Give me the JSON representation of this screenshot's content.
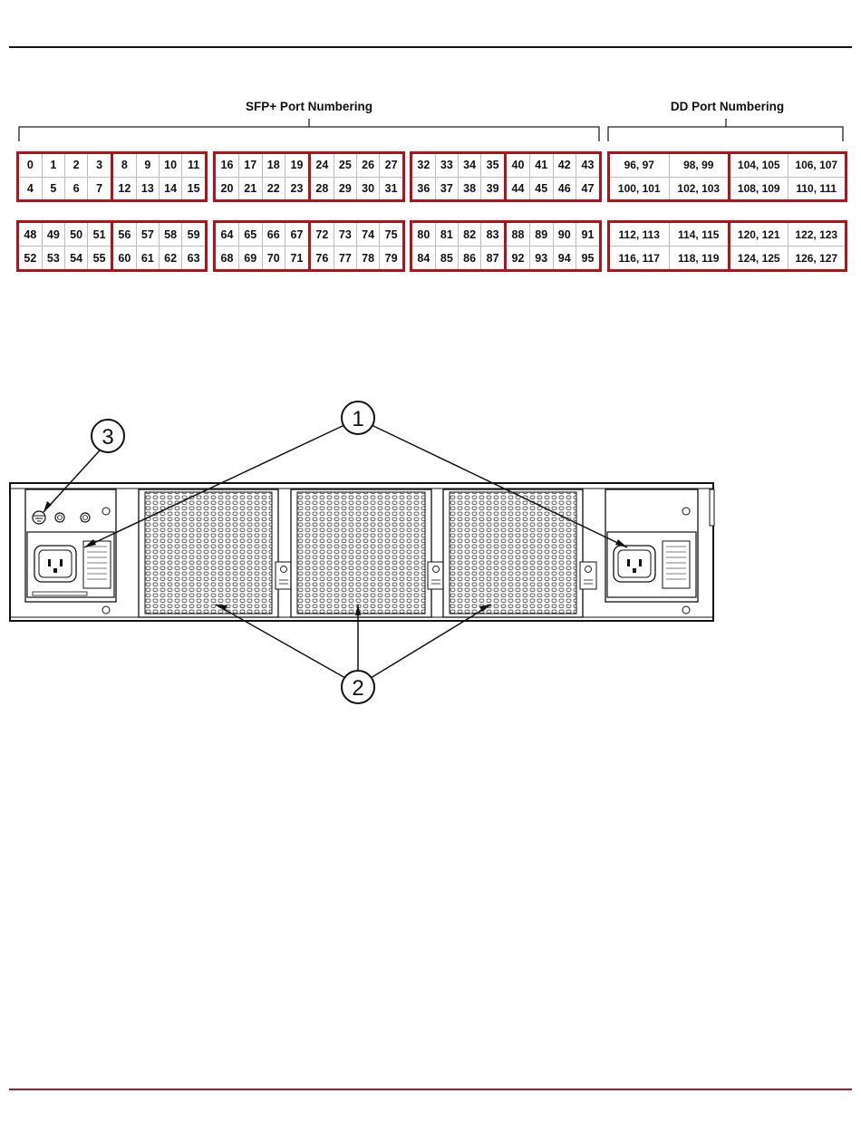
{
  "labels": {
    "sfp": "SFP+ Port Numbering",
    "dd": "DD Port Numbering"
  },
  "groups": [
    {
      "name": "g0",
      "rows": [
        [
          "0",
          "1",
          "2",
          "3"
        ],
        [
          "4",
          "5",
          "6",
          "7"
        ]
      ]
    },
    {
      "name": "g1",
      "rows": [
        [
          "8",
          "9",
          "10",
          "11"
        ],
        [
          "12",
          "13",
          "14",
          "15"
        ]
      ]
    },
    {
      "name": "g2",
      "rows": [
        [
          "16",
          "17",
          "18",
          "19"
        ],
        [
          "20",
          "21",
          "22",
          "23"
        ]
      ]
    },
    {
      "name": "g3",
      "rows": [
        [
          "24",
          "25",
          "26",
          "27"
        ],
        [
          "28",
          "29",
          "30",
          "31"
        ]
      ]
    },
    {
      "name": "g4",
      "rows": [
        [
          "32",
          "33",
          "34",
          "35"
        ],
        [
          "36",
          "37",
          "38",
          "39"
        ]
      ]
    },
    {
      "name": "g5",
      "rows": [
        [
          "40",
          "41",
          "42",
          "43"
        ],
        [
          "44",
          "45",
          "46",
          "47"
        ]
      ]
    },
    {
      "name": "g6",
      "rows": [
        [
          "48",
          "49",
          "50",
          "51"
        ],
        [
          "52",
          "53",
          "54",
          "55"
        ]
      ]
    },
    {
      "name": "g7",
      "rows": [
        [
          "56",
          "57",
          "58",
          "59"
        ],
        [
          "60",
          "61",
          "62",
          "63"
        ]
      ]
    },
    {
      "name": "g8",
      "rows": [
        [
          "64",
          "65",
          "66",
          "67"
        ],
        [
          "68",
          "69",
          "70",
          "71"
        ]
      ]
    },
    {
      "name": "g9",
      "rows": [
        [
          "72",
          "73",
          "74",
          "75"
        ],
        [
          "76",
          "77",
          "78",
          "79"
        ]
      ]
    },
    {
      "name": "g10",
      "rows": [
        [
          "80",
          "81",
          "82",
          "83"
        ],
        [
          "84",
          "85",
          "86",
          "87"
        ]
      ]
    },
    {
      "name": "g11",
      "rows": [
        [
          "88",
          "89",
          "90",
          "91"
        ],
        [
          "92",
          "93",
          "94",
          "95"
        ]
      ]
    },
    {
      "name": "dd0",
      "rows": [
        [
          "96, 97",
          "98, 99"
        ],
        [
          "100, 101",
          "102, 103"
        ]
      ]
    },
    {
      "name": "dd1",
      "rows": [
        [
          "104, 105",
          "106, 107"
        ],
        [
          "108, 109",
          "110, 111"
        ]
      ]
    },
    {
      "name": "dd2",
      "rows": [
        [
          "112, 113",
          "114, 115"
        ],
        [
          "116, 117",
          "118, 119"
        ]
      ]
    },
    {
      "name": "dd3",
      "rows": [
        [
          "120, 121",
          "122, 123"
        ],
        [
          "124, 125",
          "126, 127"
        ]
      ]
    }
  ],
  "callouts": {
    "c1": "1",
    "c2": "2",
    "c3": "3"
  },
  "colors": {
    "group_border": "#b3121b",
    "footer_rule": "#a01c2c"
  }
}
